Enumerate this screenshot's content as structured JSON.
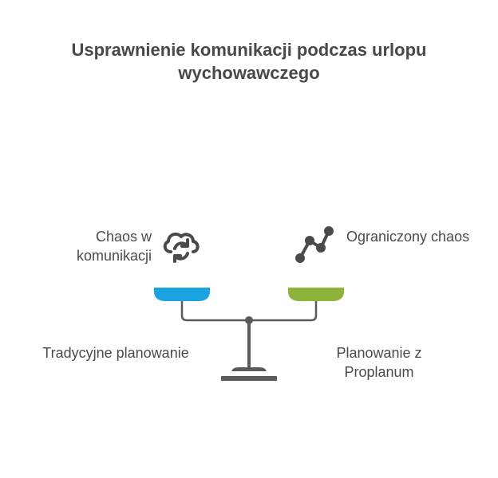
{
  "title": "Usprawnienie komunikacji podczas urlopu wychowawczego",
  "left": {
    "top_label": "Chaos w komunikacji",
    "bottom_label": "Tradycyjne planowanie",
    "icon": "sync-cloud-icon",
    "color": "#1aa3e0"
  },
  "right": {
    "top_label": "Ograniczony chaos",
    "bottom_label": "Planowanie z Proplanum",
    "icon": "line-chart-icon",
    "color": "#8db339"
  },
  "colors": {
    "beam": "#5a5a5a",
    "text": "#4a4a4a"
  }
}
